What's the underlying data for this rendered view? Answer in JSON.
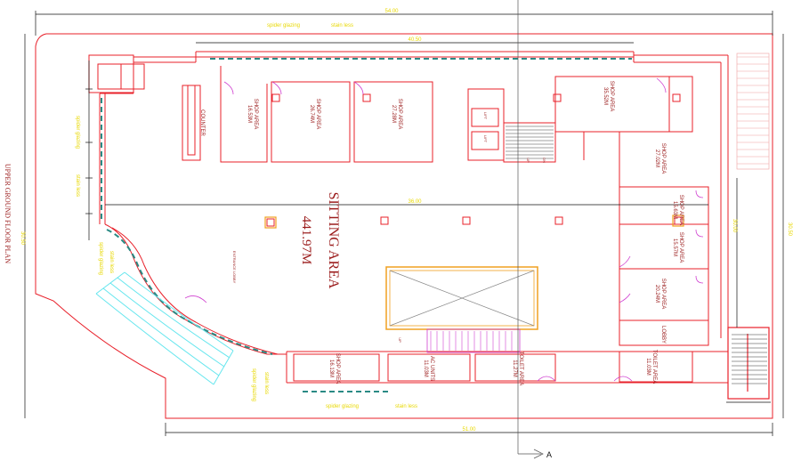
{
  "title": "UPPER GROUND FLOOR PLAN",
  "colors": {
    "wall": "#e8202a",
    "dim": "#111111",
    "label": "#9b1c1c",
    "yellow": "#f2e600",
    "teal": "#2a8a84",
    "cyan": "#66e6ee",
    "orange": "#f0a020",
    "magenta": "#d040d0"
  },
  "top_note": {
    "spider_glazing": "spider glazing",
    "stain_less": "stain less"
  },
  "bottom_note": {
    "spider_glazing": "spider glazing",
    "stain_less": "stain less"
  },
  "dims": {
    "overall_width": "54.00",
    "inner_width": "40.50",
    "bottom_width": "51.00",
    "left_height": "30.50",
    "right_height": "30.50",
    "mid_span": "36.00",
    "right_mid": "30.00"
  },
  "sitting": {
    "label": "SITTING AREA",
    "area": "441.97M"
  },
  "lobby": "ENTRANCE LOBBY",
  "counter": "COUNTER",
  "shops": [
    {
      "label": "SHOP AREA",
      "area": "16.53M"
    },
    {
      "label": "SHOP AREA",
      "area": "26.74M"
    },
    {
      "label": "SHOP AREA",
      "area": "27.28M"
    },
    {
      "label": "SHOP AREA",
      "area": "35.52M"
    },
    {
      "label": "SHOP AREA",
      "area": "27.02M"
    },
    {
      "label": "SHOP AREA",
      "area": "15.63M"
    },
    {
      "label": "SHOP AREA",
      "area": "15.57M"
    },
    {
      "label": "SHOP AREA",
      "area": "20.24M"
    },
    {
      "label": "SHOP AREA",
      "area": "16.13M"
    }
  ],
  "ac_units": {
    "label": "AC UNITS",
    "area": "11.03M"
  },
  "toilet1": {
    "label": "TOILET AREA",
    "area": "11.27M"
  },
  "toilet2": {
    "label": "TOILET AREA",
    "area": "11.03M"
  },
  "lobby_right": "LOBBY",
  "lift": "LIFT",
  "up": "UP",
  "dn": "DN",
  "section_marker": "A",
  "glazing": "spider glazing",
  "stainless": "stain less",
  "ss_railing": "stain less"
}
